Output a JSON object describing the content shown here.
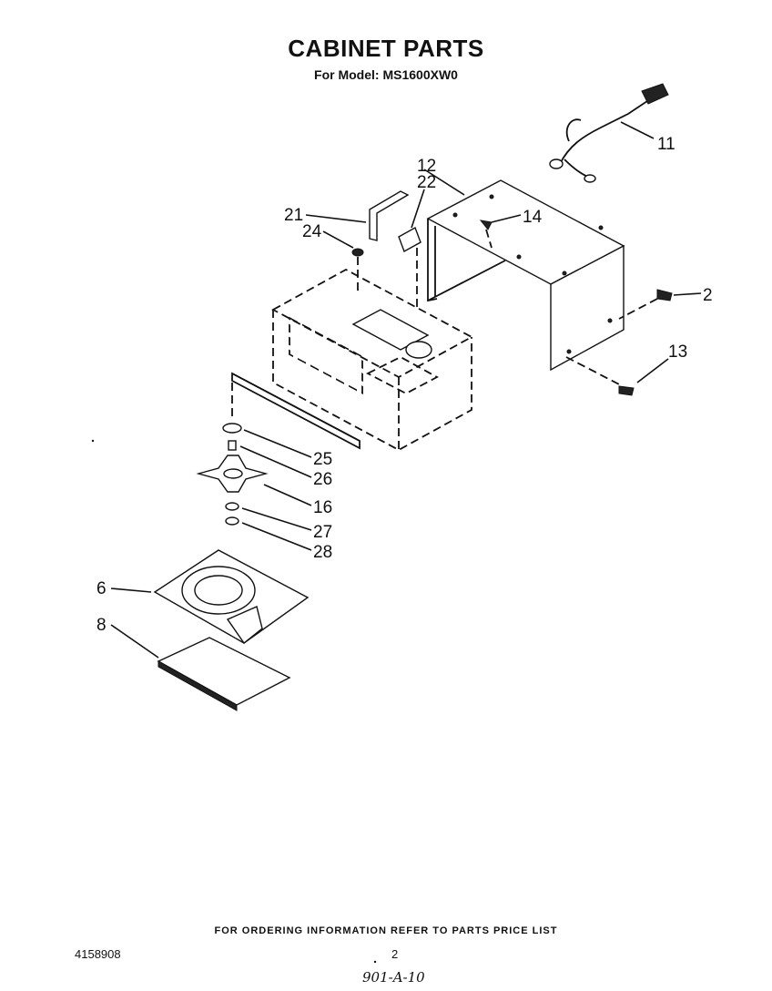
{
  "header": {
    "title": "CABINET PARTS",
    "subtitle": "For Model: MS1600XW0"
  },
  "callouts": [
    "11",
    "12",
    "22",
    "21",
    "24",
    "14",
    "2",
    "13",
    "25",
    "26",
    "16",
    "27",
    "28",
    "6",
    "8"
  ],
  "footer": {
    "ordering_note": "FOR ORDERING INFORMATION REFER TO PARTS PRICE LIST",
    "document_number": "4158908",
    "page_number": "2",
    "handwritten_note": "901-A-10"
  }
}
